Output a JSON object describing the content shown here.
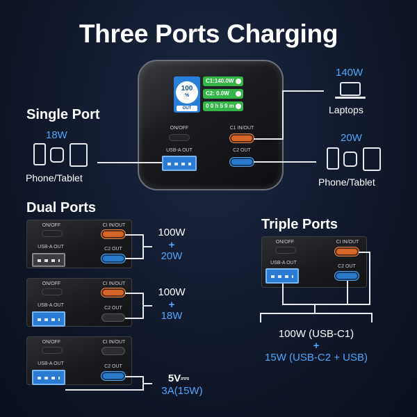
{
  "title": "Three Ports Charging",
  "main_charger": {
    "display": {
      "percent": "100",
      "percent_sign": "%",
      "mode": "OUT",
      "rows": [
        "C1:140.0W",
        "C2:    0.0W",
        "0 0 h 5 9 m"
      ]
    },
    "labels": {
      "onoff": "ON/OFF",
      "c1": "C1 IN/OUT",
      "c2": "C2 OUT",
      "usba": "USB-A OUT"
    }
  },
  "single_port": {
    "heading": "Single Port",
    "watt": "18W",
    "device": "Phone/Tablet"
  },
  "right_top": {
    "watt": "140W",
    "device": "Laptops"
  },
  "right_mid": {
    "watt": "20W",
    "device": "Phone/Tablet"
  },
  "dual_ports": {
    "heading": "Dual Ports",
    "configs": [
      {
        "line1": "100W",
        "plus": "+",
        "line2": "20W"
      },
      {
        "line1": "100W",
        "plus": "+",
        "line2": "18W"
      },
      {
        "line1": "5V⎓",
        "plus": "",
        "line2": "3A(15W)"
      }
    ]
  },
  "triple_ports": {
    "heading": "Triple Ports",
    "line1": "100W (USB-C1)",
    "plus": "+",
    "line2": "15W (USB-C2 + USB)"
  },
  "mini_labels": {
    "onoff": "ON/OFF",
    "c1": "CI IN/OUT",
    "c2": "C2 OUT",
    "usba": "USB-A OUT"
  },
  "colors": {
    "accent_blue": "#4ea6ff",
    "orange_port": "#d4662a",
    "blue_port": "#2b79c9",
    "display_green": "#36b548"
  },
  "icons": [
    "phone-icon",
    "watch-icon",
    "tablet-icon",
    "laptop-icon"
  ]
}
